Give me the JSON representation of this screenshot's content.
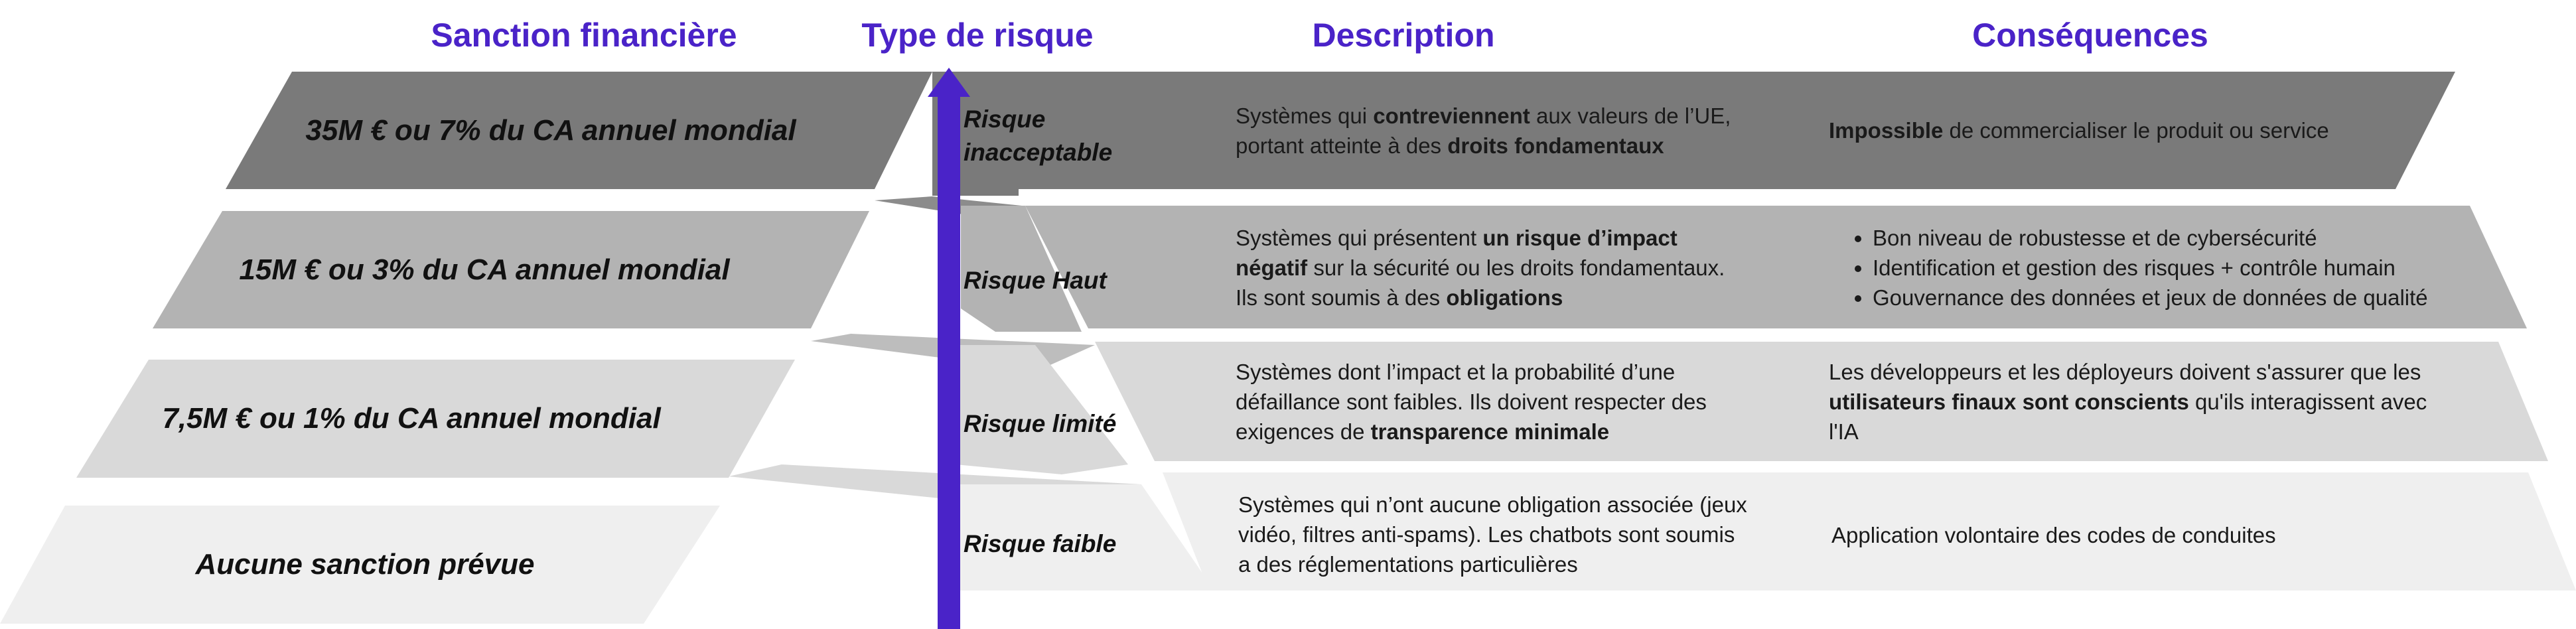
{
  "headers": {
    "sanction": "Sanction financière",
    "risk_type": "Type de risque",
    "description": "Description",
    "consequences": "Conséquences"
  },
  "colors": {
    "header": "#4a23c8",
    "arrow": "#4a23c8",
    "tier_1": "#7a7a7a",
    "tier_2": "#b3b3b3",
    "tier_3": "#d9d9d9",
    "tier_4": "#efefef"
  },
  "tiers": [
    {
      "sanction": "35M € ou 7% du CA annuel mondial",
      "risk": [
        "Risque",
        "inacceptable"
      ],
      "description": [
        [
          {
            "t": "Systèmes qui "
          },
          {
            "t": "contreviennent",
            "b": true
          },
          {
            "t": " aux valeurs de l’UE,"
          }
        ],
        [
          {
            "t": "portant atteinte à des "
          },
          {
            "t": "droits fondamentaux",
            "b": true
          }
        ]
      ],
      "consequences": [
        [
          {
            "t": "Impossible",
            "b": true
          },
          {
            "t": " de commercialiser le produit ou service"
          }
        ]
      ],
      "consequences_bullets": false
    },
    {
      "sanction": "15M € ou 3% du CA annuel mondial",
      "risk": [
        "Risque Haut"
      ],
      "description": [
        [
          {
            "t": "Systèmes qui présentent "
          },
          {
            "t": "un risque d’impact",
            "b": true
          }
        ],
        [
          {
            "t": "négatif",
            "b": true
          },
          {
            "t": " sur la sécurité ou les droits fondamentaux."
          }
        ],
        [
          {
            "t": "Ils sont soumis à des "
          },
          {
            "t": "obligations",
            "b": true
          }
        ]
      ],
      "consequences": [
        [
          {
            "t": "Bon niveau de robustesse et de cybersécurité"
          }
        ],
        [
          {
            "t": "Identification et gestion des risques + contrôle humain"
          }
        ],
        [
          {
            "t": "Gouvernance des données et jeux de données de qualité"
          }
        ]
      ],
      "consequences_bullets": true
    },
    {
      "sanction": "7,5M € ou 1% du CA annuel mondial",
      "risk": [
        "Risque limité"
      ],
      "description": [
        [
          {
            "t": "Systèmes dont l’impact et la probabilité d’une"
          }
        ],
        [
          {
            "t": "défaillance sont faibles. Ils doivent respecter des"
          }
        ],
        [
          {
            "t": "exigences de "
          },
          {
            "t": "transparence minimale",
            "b": true
          }
        ]
      ],
      "consequences": [
        [
          {
            "t": "Les développeurs et les déployeurs doivent s'assurer que les"
          }
        ],
        [
          {
            "t": "utilisateurs finaux sont conscients",
            "b": true
          },
          {
            "t": " qu'ils interagissent avec"
          }
        ],
        [
          {
            "t": "l'IA"
          }
        ]
      ],
      "consequences_bullets": false
    },
    {
      "sanction": "Aucune sanction prévue",
      "risk": [
        "Risque faible"
      ],
      "description": [
        [
          {
            "t": "Systèmes qui n’ont aucune obligation associée (jeux"
          }
        ],
        [
          {
            "t": "vidéo, filtres anti-spams). Les chatbots sont soumis"
          }
        ],
        [
          {
            "t": "a des réglementations particulières"
          }
        ]
      ],
      "consequences": [
        [
          {
            "t": "Application volontaire des codes de conduites"
          }
        ]
      ],
      "consequences_bullets": false
    }
  ]
}
